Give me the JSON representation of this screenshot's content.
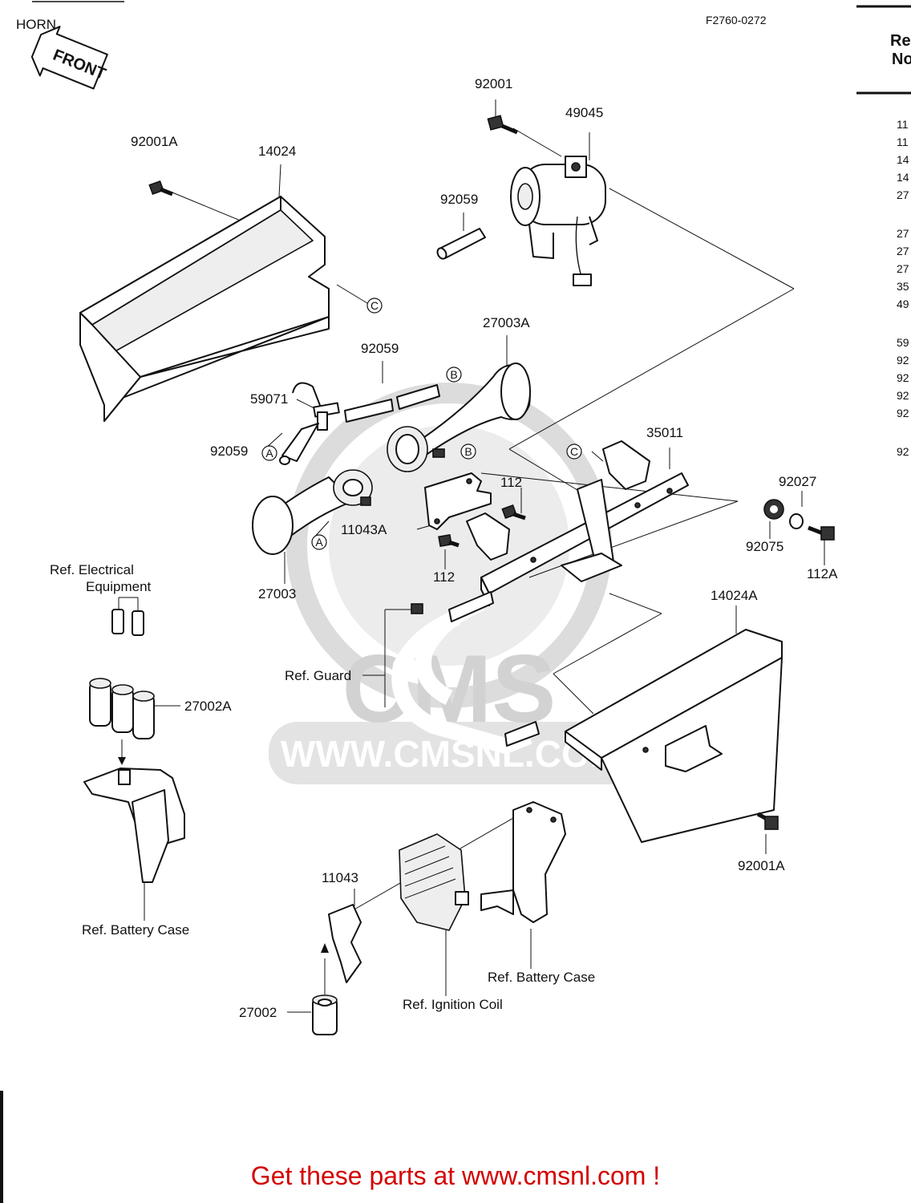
{
  "header": {
    "title": "HORN",
    "figure_code": "F2760-0272",
    "front_label": "FRONT"
  },
  "ref_table": {
    "header_line1": "Re",
    "header_line2": "No",
    "rows": [
      "11",
      "11",
      "14",
      "14",
      "27",
      "27",
      "27",
      "27",
      "35",
      "49",
      "59",
      "92",
      "92",
      "92",
      "92",
      "92"
    ]
  },
  "parts": {
    "p92001": "92001",
    "p49045": "49045",
    "p92001A_top": "92001A",
    "p14024": "14024",
    "p92059_a": "92059",
    "p27003A": "27003A",
    "p92059_b": "92059",
    "p59071": "59071",
    "p92059_c": "92059",
    "p35011": "35011",
    "p112_a": "112",
    "p11043A": "11043A",
    "p92027": "92027",
    "p92075": "92075",
    "p112A": "112A",
    "p112_b": "112",
    "p27003": "27003",
    "ref_electrical_1": "Ref. Electrical",
    "ref_electrical_2": "Equipment",
    "p14024A": "14024A",
    "ref_guard": "Ref. Guard",
    "p27002A": "27002A",
    "p92001A_bottom": "92001A",
    "ref_battery_case_left": "Ref. Battery Case",
    "p11043": "11043",
    "ref_battery_case_right": "Ref. Battery Case",
    "ref_ignition_coil": "Ref. Ignition Coil",
    "p27002": "27002"
  },
  "callouts": {
    "A": "A",
    "B": "B",
    "C": "C"
  },
  "watermark": {
    "brand": "CMS",
    "url": "WWW.CMSNL.COM"
  },
  "footer": {
    "text": "Get these parts at www.cmsnl.com !"
  },
  "colors": {
    "footer": "#d40000",
    "watermark": "#d2d2d2",
    "ink": "#111111"
  }
}
